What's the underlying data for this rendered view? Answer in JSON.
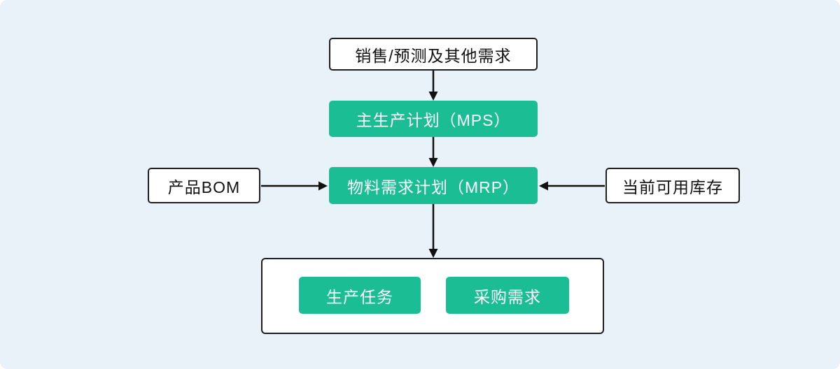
{
  "diagram": {
    "type": "flowchart",
    "background_color": "#E9F1F9",
    "accent_color": "#1BBE94",
    "line_color": "#111111",
    "nodes": {
      "sales": {
        "label": "销售/预测及其他需求",
        "style": "white"
      },
      "mps": {
        "label": "主生产计划（MPS）",
        "style": "green"
      },
      "mrp": {
        "label": "物料需求计划（MRP）",
        "style": "green"
      },
      "bom": {
        "label": "产品BOM",
        "style": "white"
      },
      "inventory": {
        "label": "当前可用库存",
        "style": "white"
      },
      "production": {
        "label": "生产任务",
        "style": "green"
      },
      "purchase": {
        "label": "采购需求",
        "style": "green"
      }
    },
    "edges": [
      {
        "from": "sales",
        "to": "mps",
        "direction": "down"
      },
      {
        "from": "mps",
        "to": "mrp",
        "direction": "down"
      },
      {
        "from": "bom",
        "to": "mrp",
        "direction": "right"
      },
      {
        "from": "inventory",
        "to": "mrp",
        "direction": "left"
      },
      {
        "from": "mrp",
        "to": "outputs-group",
        "direction": "down"
      }
    ]
  }
}
